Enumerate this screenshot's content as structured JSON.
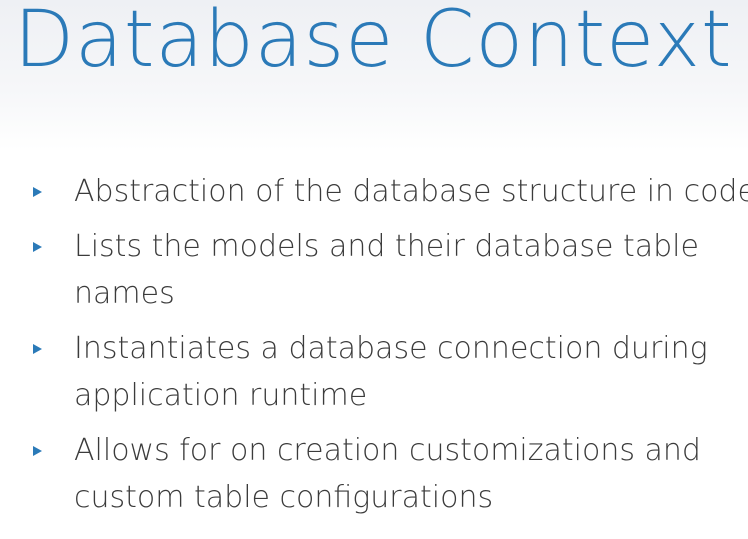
{
  "slide": {
    "title": "Database Context",
    "bullets": [
      {
        "lines": [
          "Abstraction of the database structure in code"
        ]
      },
      {
        "lines": [
          "Lists the models and their database table",
          "names"
        ]
      },
      {
        "lines": [
          "Instantiates a database connection during",
          "application runtime"
        ]
      },
      {
        "lines": [
          "Allows for on creation customizations and",
          "custom table configurations"
        ]
      }
    ]
  },
  "colors": {
    "accent": "#2b7ab8",
    "body_text": "#3b3b3b",
    "background": "#ffffff"
  },
  "icons": {
    "bullet": "triangle-right-icon"
  }
}
